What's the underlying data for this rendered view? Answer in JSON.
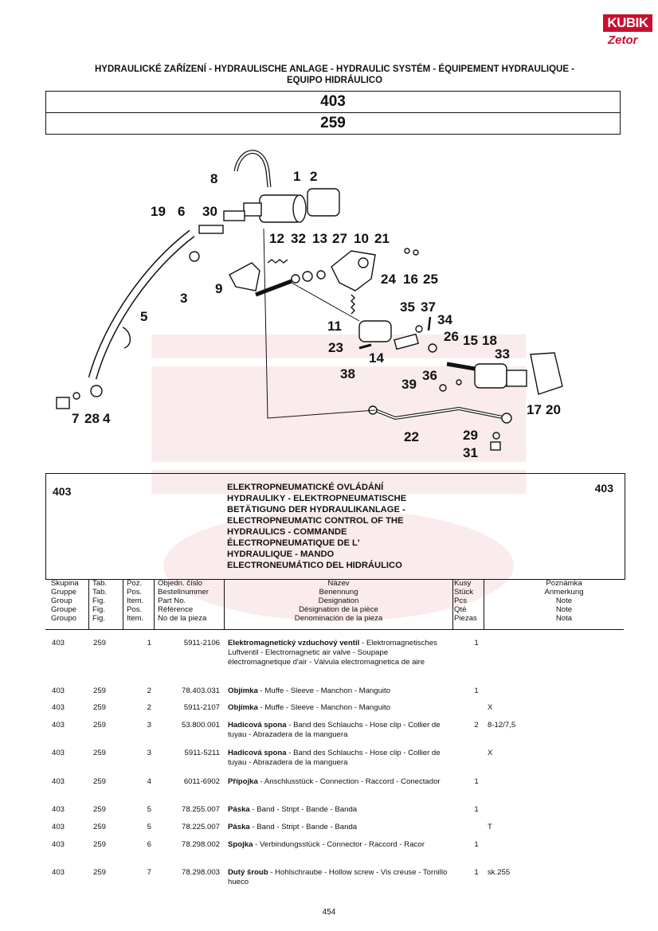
{
  "logo": {
    "brand": "KUBIK",
    "sub": "Zetor"
  },
  "header": {
    "title_line1": "HYDRAULICKÉ ZAŘÍZENÍ - HYDRAULISCHE ANLAGE - HYDRAULIC SYSTÉM - ÉQUIPEMENT HYDRAULIQUE -",
    "title_line2": "EQUIPO HIDRÁULICO",
    "group_number": "403",
    "figure_number": "259"
  },
  "diagram": {
    "callouts": [
      "1",
      "2",
      "3",
      "4",
      "5",
      "6",
      "7",
      "8",
      "9",
      "10",
      "11",
      "12",
      "13",
      "14",
      "15",
      "16",
      "17",
      "18",
      "19",
      "20",
      "21",
      "22",
      "23",
      "24",
      "25",
      "26",
      "27",
      "28",
      "29",
      "30",
      "31",
      "32",
      "33",
      "34",
      "35",
      "36",
      "37",
      "38",
      "39"
    ]
  },
  "section": {
    "group_left": "403",
    "group_right": "403",
    "title_lines": [
      "ELEKTROPNEUMATICKÉ OVLÁDÁNÍ",
      "HYDRAULIKY - ELEKTROPNEUMATISCHE",
      "BETÄTIGUNG DER HYDRAULIKANLAGE -",
      "ELECTROPNEUMATIC CONTROL OF THE",
      "HYDRAULICS - COMMANDE",
      "ÉLECTROPNEUMATIQUE DE L'",
      "HYDRAULIQUE - MANDO",
      "ELECTRONEUMÁTICO DEL HIDRÁULICO"
    ]
  },
  "columns": {
    "group": [
      "Skupina",
      "Gruppe",
      "Group",
      "Groupe",
      "Groupo"
    ],
    "fig": [
      "Tab.",
      "Tab.",
      "Fig.",
      "Fig.",
      "Fig."
    ],
    "item": [
      "Poz.",
      "Pos.",
      "Item.",
      "Pos.",
      "Item."
    ],
    "part": [
      "Objedn. číslo",
      "Bestellnummer",
      "Part No.",
      "Référence",
      "No de la pieza"
    ],
    "desc": [
      "Název",
      "Benennung",
      "Designation",
      "Désignation de la pièce",
      "Denominación de la pieza"
    ],
    "qty": [
      "Kusy",
      "Stück",
      "Pcs",
      "Qté",
      "Piezas"
    ],
    "note": [
      "Poznámka",
      "Anmerkung",
      "Note",
      "Note",
      "Nota"
    ]
  },
  "rows": [
    {
      "group": "403",
      "fig": "259",
      "item": "1",
      "part": "5911-2106",
      "name": "Elektromagnetický vzduchový ventil",
      "desc": " - Elektromagnetisches Luftventil - Electromagnetic air valve - Soupape électromagnetique d'air - Válvula electromagnetica de aire",
      "qty": "1",
      "note": ""
    },
    {
      "group": "403",
      "fig": "259",
      "item": "2",
      "part": "78.403.031",
      "name": "Objímka",
      "desc": " - Muffe - Sleeve - Manchon - Manguito",
      "qty": "1",
      "note": ""
    },
    {
      "group": "403",
      "fig": "259",
      "item": "2",
      "part": "5911-2107",
      "name": "Objímka",
      "desc": " - Muffe - Sleeve - Manchon - Manguito",
      "qty": "",
      "note": "X"
    },
    {
      "group": "403",
      "fig": "259",
      "item": "3",
      "part": "53.800.001",
      "name": "Hadicová spona",
      "desc": " - Band des Schlauchs - Hose clip - Collier de tuyau - Abrazadera de la manguera",
      "qty": "2",
      "note": "8-12/7,5"
    },
    {
      "group": "403",
      "fig": "259",
      "item": "3",
      "part": "5911-5211",
      "name": "Hadicová spona",
      "desc": " - Band des Schlauchs - Hose clip - Collier de tuyau - Abrazadera de la manguera",
      "qty": "",
      "note": "X"
    },
    {
      "group": "403",
      "fig": "259",
      "item": "4",
      "part": "6011-6902",
      "name": "Přípojka",
      "desc": " - Anschlusstück - Connection - Raccord - Conectador",
      "qty": "1",
      "note": ""
    },
    {
      "group": "403",
      "fig": "259",
      "item": "5",
      "part": "78.255.007",
      "name": "Páska",
      "desc": " - Band - Stript - Bande - Banda",
      "qty": "1",
      "note": ""
    },
    {
      "group": "403",
      "fig": "259",
      "item": "5",
      "part": "78.225.007",
      "name": "Páska",
      "desc": " - Band - Stript - Bande - Banda",
      "qty": "",
      "note": "T"
    },
    {
      "group": "403",
      "fig": "259",
      "item": "6",
      "part": "78.298.002",
      "name": "Spojka",
      "desc": " - Verbindungsstück - Connector - Raccord - Racor",
      "qty": "1",
      "note": ""
    },
    {
      "group": "403",
      "fig": "259",
      "item": "7",
      "part": "78.298.003",
      "name": "Dutý šroub",
      "desc": " - Hohlschraube - Hollow screw - Vis creuse - Tornillo hueco",
      "qty": "1",
      "note": "sk.255"
    }
  ],
  "footer": {
    "page": "454"
  }
}
